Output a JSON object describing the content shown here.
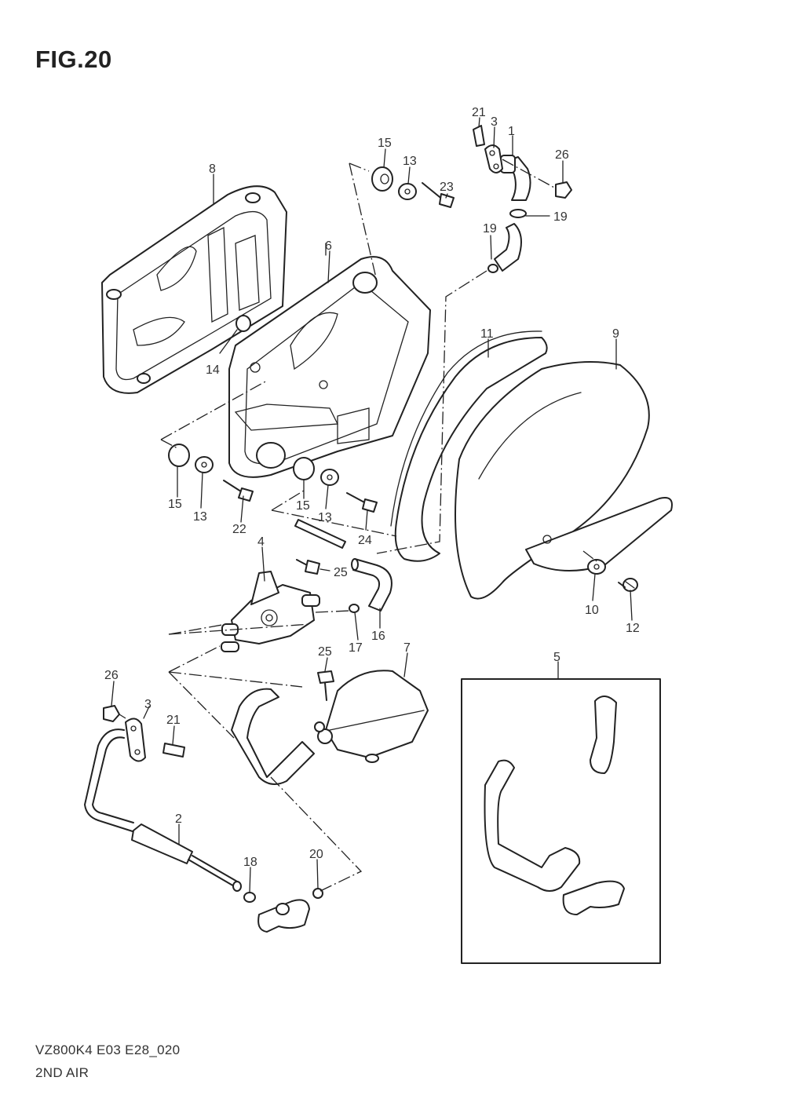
{
  "figure": {
    "title": "FIG.20",
    "model_code": "VZ800K4 E03 E28_020",
    "section_name": "2ND AIR"
  },
  "callouts": [
    {
      "id": "c1",
      "text": "1"
    },
    {
      "id": "c2",
      "text": "2"
    },
    {
      "id": "c3a",
      "text": "3"
    },
    {
      "id": "c3b",
      "text": "3"
    },
    {
      "id": "c4",
      "text": "4"
    },
    {
      "id": "c5",
      "text": "5"
    },
    {
      "id": "c6",
      "text": "6"
    },
    {
      "id": "c7",
      "text": "7"
    },
    {
      "id": "c8",
      "text": "8"
    },
    {
      "id": "c9",
      "text": "9"
    },
    {
      "id": "c10",
      "text": "10"
    },
    {
      "id": "c11",
      "text": "11"
    },
    {
      "id": "c12",
      "text": "12"
    },
    {
      "id": "c13a",
      "text": "13"
    },
    {
      "id": "c13b",
      "text": "13"
    },
    {
      "id": "c13c",
      "text": "13"
    },
    {
      "id": "c14",
      "text": "14"
    },
    {
      "id": "c15a",
      "text": "15"
    },
    {
      "id": "c15b",
      "text": "15"
    },
    {
      "id": "c15c",
      "text": "15"
    },
    {
      "id": "c16",
      "text": "16"
    },
    {
      "id": "c17",
      "text": "17"
    },
    {
      "id": "c18",
      "text": "18"
    },
    {
      "id": "c19a",
      "text": "19"
    },
    {
      "id": "c19b",
      "text": "19"
    },
    {
      "id": "c20",
      "text": "20"
    },
    {
      "id": "c21a",
      "text": "21"
    },
    {
      "id": "c21b",
      "text": "21"
    },
    {
      "id": "c22",
      "text": "22"
    },
    {
      "id": "c23",
      "text": "23"
    },
    {
      "id": "c24",
      "text": "24"
    },
    {
      "id": "c25a",
      "text": "25"
    },
    {
      "id": "c25b",
      "text": "25"
    },
    {
      "id": "c26a",
      "text": "26"
    },
    {
      "id": "c26b",
      "text": "26"
    }
  ]
}
